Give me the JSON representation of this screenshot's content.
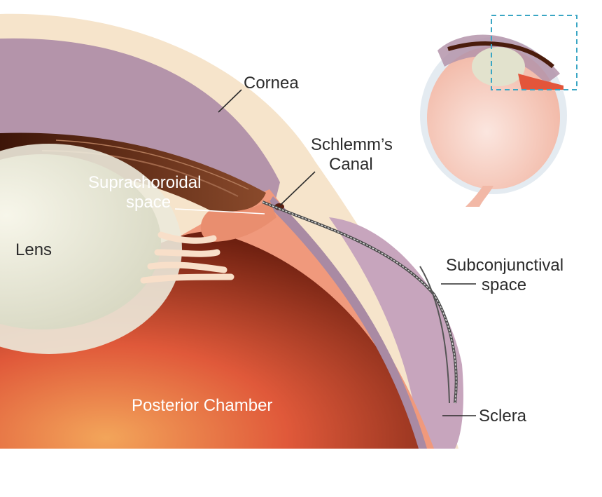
{
  "labels": {
    "cornea": "Cornea",
    "schlemm_line1": "Schlemm’s",
    "schlemm_line2": "Canal",
    "suprachoroidal_line1": "Suprachoroidal",
    "suprachoroidal_line2": "space",
    "lens": "Lens",
    "subconj_line1": "Subconjunctival",
    "subconj_line2": "space",
    "posterior": "Posterior Chamber",
    "sclera": "Sclera"
  },
  "colors": {
    "cornea": "#f6e4cb",
    "anterior_chamber": "#b494aa",
    "iris": "#5a2613",
    "sclera": "#f0997c",
    "choroid": "#d35a3c",
    "lens": "#e6e6d2",
    "conjunctiva": "#c9a8c0",
    "inset_frame": "#3aa6c4"
  }
}
